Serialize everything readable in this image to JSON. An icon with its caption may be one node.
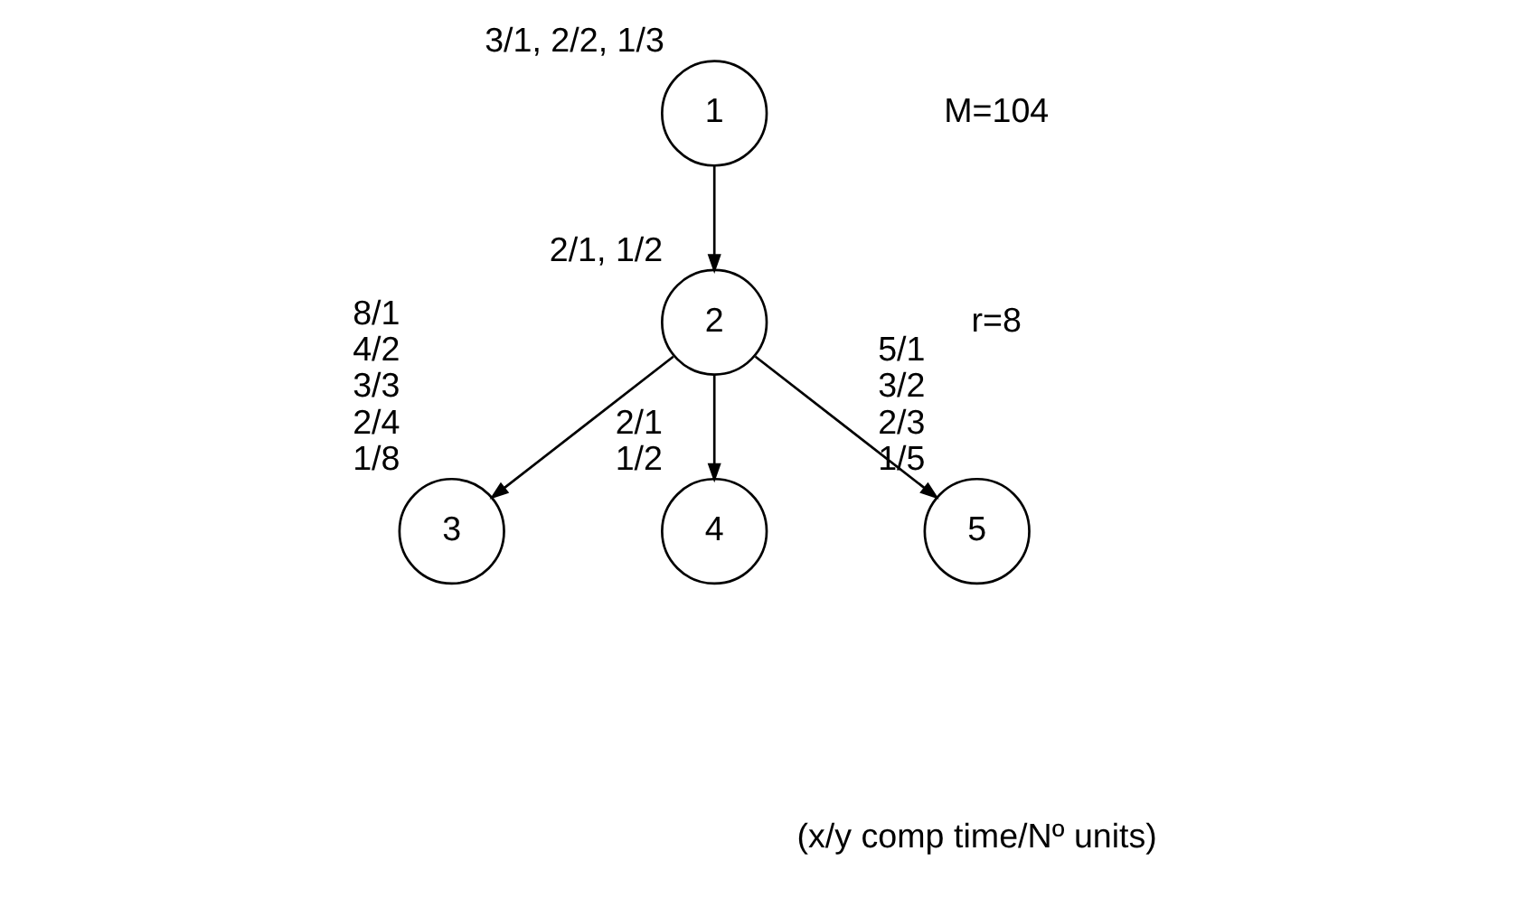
{
  "diagram": {
    "nodes": [
      {
        "text": [
          "1"
        ],
        "beside": [
          "3/1, 2/2, 1/3"
        ]
      },
      {
        "text": [
          "2"
        ],
        "beside": [
          "2/1, 1/2"
        ]
      },
      {
        "text": [
          "3"
        ],
        "beside": [
          "8/1",
          "4/2",
          "3/3",
          "2/4",
          "1/8"
        ]
      },
      {
        "text": [
          "4"
        ],
        "beside": [
          "2/1",
          "1/2"
        ]
      },
      {
        "text": [
          "5"
        ],
        "beside": [
          "5/1",
          "3/2",
          "2/3",
          "1/5"
        ]
      }
    ],
    "edges": [
      {
        "from": 0,
        "to": 1,
        "arrow": "to"
      },
      {
        "from": 1,
        "to": 2,
        "arrow": "to"
      },
      {
        "from": 1,
        "to": 3,
        "arrow": "to"
      },
      {
        "from": 1,
        "to": 4,
        "arrow": "to"
      }
    ],
    "labels": [
      "M=104",
      "r=8",
      "(x/y comp time/Nº units)"
    ]
  }
}
